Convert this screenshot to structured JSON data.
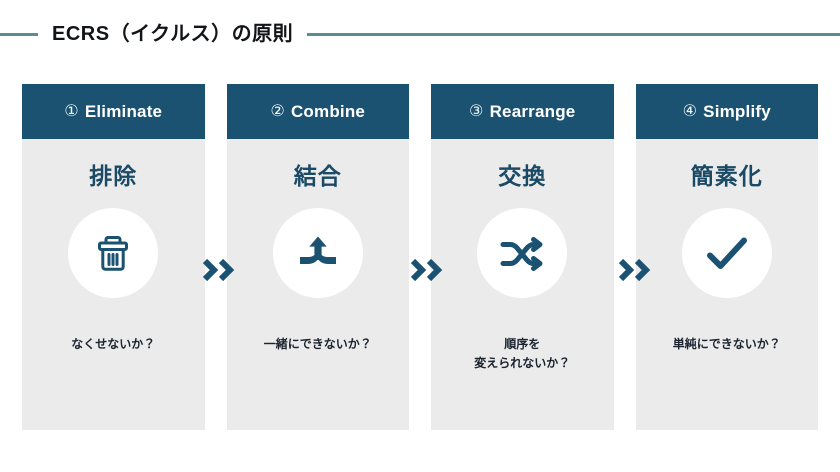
{
  "title": {
    "text": "ECRS（イクルス）の原則",
    "rule_color": "#5d8b94"
  },
  "theme": {
    "header_navy": "#1b5272",
    "panel_gray": "#ebebeb",
    "term_navy": "#1b4a66",
    "caption_dark": "#1c2430",
    "icon_circle": "#ffffff",
    "page_background": "#ffffff"
  },
  "separators": [
    {
      "name": "chevron-1",
      "glyph": "»"
    },
    {
      "name": "chevron-2",
      "glyph": "»"
    },
    {
      "name": "chevron-3",
      "glyph": "»"
    }
  ],
  "columns": [
    {
      "number": "①",
      "english": "Eliminate",
      "japanese": "排除",
      "icon": "trash-icon",
      "caption_line1": "なくせないか？",
      "caption_line2": ""
    },
    {
      "number": "②",
      "english": "Combine",
      "japanese": "結合",
      "icon": "merge-arrow-icon",
      "caption_line1": "一緒にできないか？",
      "caption_line2": ""
    },
    {
      "number": "③",
      "english": "Rearrange",
      "japanese": "交換",
      "icon": "shuffle-icon",
      "caption_line1": "順序を",
      "caption_line2": "変えられないか？"
    },
    {
      "number": "④",
      "english": "Simplify",
      "japanese": "簡素化",
      "icon": "check-icon",
      "caption_line1": "単純にできないか？",
      "caption_line2": ""
    }
  ]
}
